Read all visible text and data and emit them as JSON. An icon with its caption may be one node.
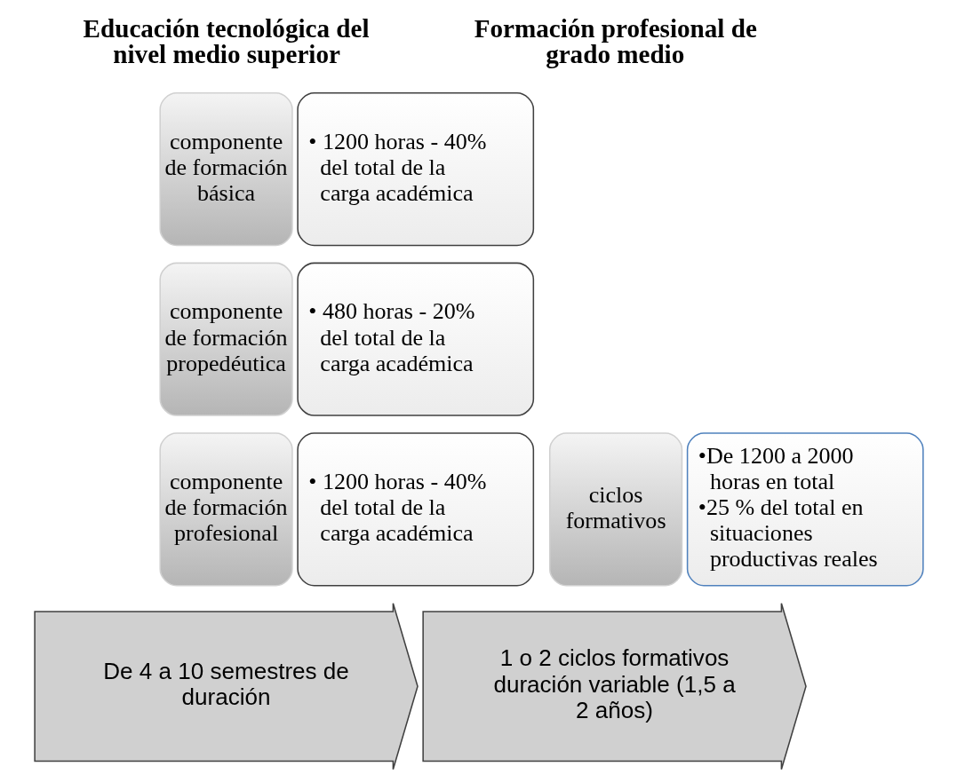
{
  "diagram": {
    "nodes": [
      {
        "text": [
          "componente de formación básica"
        ]
      },
      {
        "text": [
          "• 1200 horas - 40% del total de la carga académica"
        ]
      },
      {
        "text": [
          "componente de formación propedéutica"
        ]
      },
      {
        "text": [
          "• 480 horas - 20% del total de la carga académica"
        ]
      },
      {
        "text": [
          "componente de formación profesional"
        ]
      },
      {
        "text": [
          "• 1200 horas - 40% del total de la carga académica"
        ]
      },
      {
        "text": [
          "ciclos formativos"
        ]
      },
      {
        "text": [
          "•De 1200 a 2000 horas en total",
          "•25 % del total en situaciones productivas reales"
        ]
      },
      {
        "text": [
          "De 4 a 10 semestres de duración"
        ]
      },
      {
        "text": [
          "1 o 2 ciclos formativos duración variable (1,5 a 2 años)"
        ]
      }
    ],
    "edges": [],
    "labels": [
      "Educación tecnológica del nivel medio superior",
      "Formación profesional de grado medio"
    ]
  }
}
